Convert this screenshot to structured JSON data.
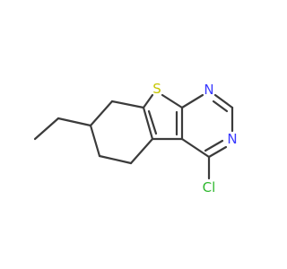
{
  "molecule": {
    "atoms": {
      "s": {
        "symbol": "S",
        "color": "#c6c600"
      },
      "n1": {
        "symbol": "N",
        "color": "#3a3aff"
      },
      "n3": {
        "symbol": "N",
        "color": "#3a3aff"
      },
      "cl": {
        "symbol": "Cl",
        "color": "#2fb82f"
      }
    },
    "bond_color": "#3b3b3b"
  }
}
